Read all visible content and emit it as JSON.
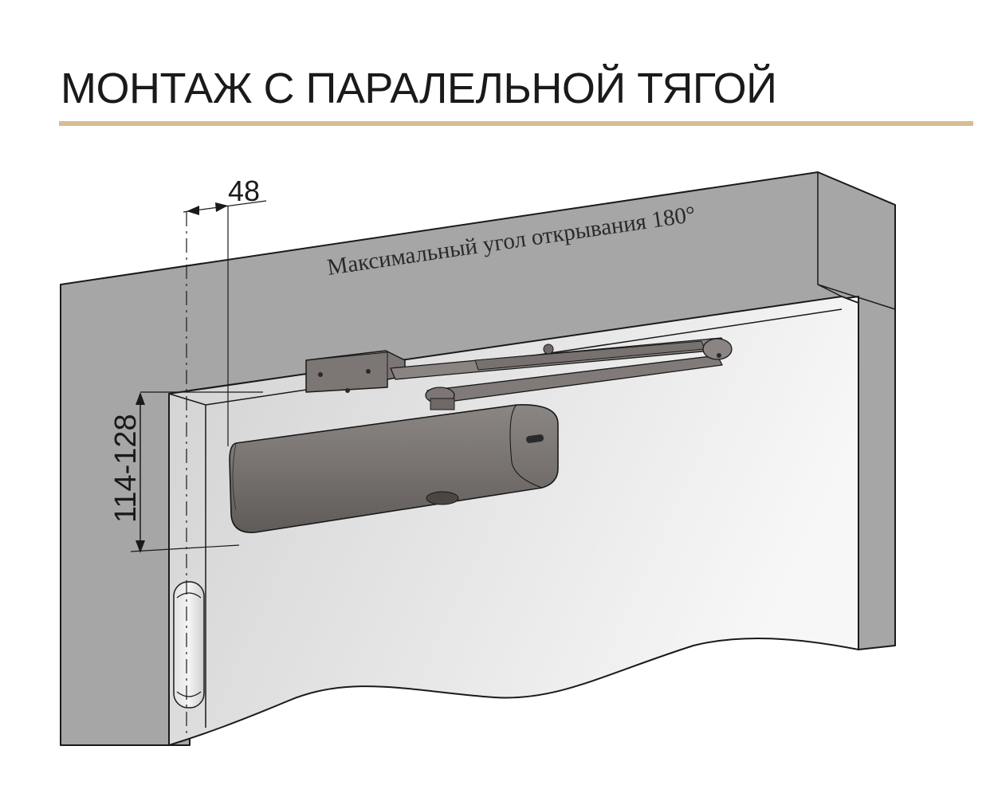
{
  "title": "МОНТАЖ С ПАРАЛЕЛЬНОЙ ТЯГОЙ",
  "colors": {
    "title_rule": "#d6bd93",
    "frame": "#a6a6a6",
    "door": "#e4e4e4",
    "closer": "#7a7572",
    "outline": "#1a1a1a"
  },
  "diagram": {
    "frame_caption": "Максимальный угол открывания 180°",
    "dim_width": "48",
    "dim_height": "114-128"
  }
}
